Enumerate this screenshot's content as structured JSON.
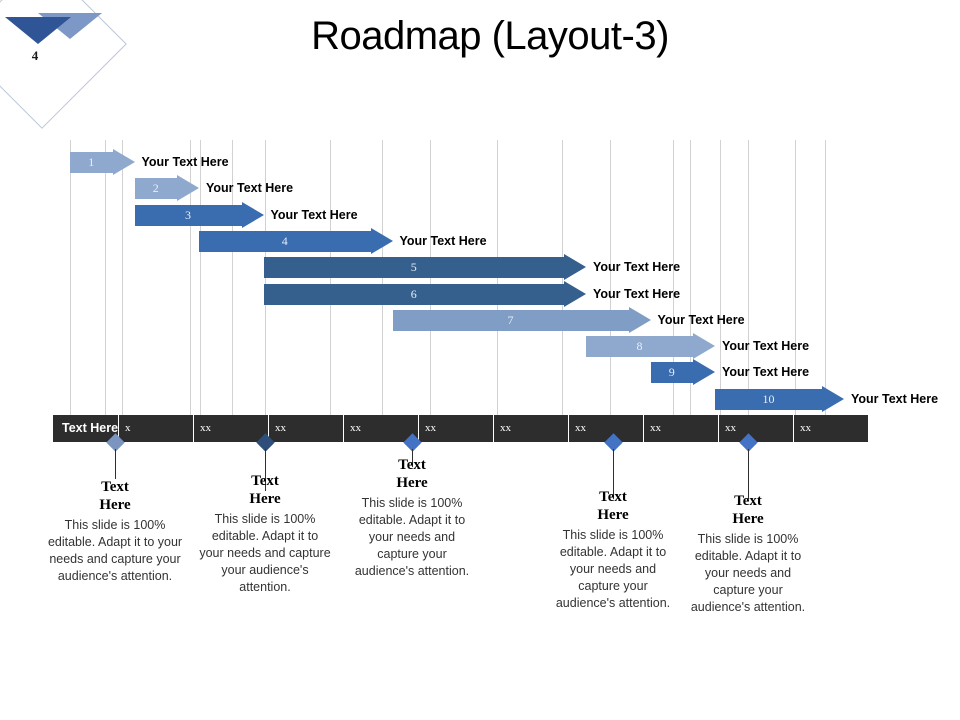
{
  "slide": {
    "title": "Roadmap (Layout-3)",
    "badge_number": "4"
  },
  "colors": {
    "light_blue": "#8fa9ce",
    "mid_light_blue": "#7f9dc5",
    "medium_blue": "#3a6cb0",
    "dark_navy": "#355f8d",
    "bar_dark": "#2d2d2d",
    "diamond_light": "#7b95c0",
    "diamond_dark": "#2f4f7a",
    "diamond_blue": "#4472c4",
    "gridline": "#d2d2d2"
  },
  "chart_data": {
    "type": "bar",
    "title": "Roadmap (Layout-3)",
    "xlabel": "",
    "ylabel": "",
    "grid": true,
    "legend": "none",
    "categories": [
      "1",
      "2",
      "3",
      "4",
      "5",
      "6",
      "7",
      "8",
      "9",
      "10"
    ],
    "bars": [
      {
        "number": "1",
        "label": "Your Text Here",
        "start": 0,
        "end": 1,
        "color": "#8fa9ce"
      },
      {
        "number": "2",
        "label": "Your Text Here",
        "start": 1,
        "end": 2,
        "color": "#8fa9ce"
      },
      {
        "number": "3",
        "label": "Your Text Here",
        "start": 1,
        "end": 3,
        "color": "#3a6cb0"
      },
      {
        "number": "4",
        "label": "Your Text Here",
        "start": 2,
        "end": 5,
        "color": "#3a6cb0"
      },
      {
        "number": "5",
        "label": "Your Text Here",
        "start": 3,
        "end": 8,
        "color": "#355f8d"
      },
      {
        "number": "6",
        "label": "Your Text Here",
        "start": 3,
        "end": 8,
        "color": "#355f8d"
      },
      {
        "number": "7",
        "label": "Your Text Here",
        "start": 5,
        "end": 9,
        "color": "#7f9dc5"
      },
      {
        "number": "8",
        "label": "Your Text Here",
        "start": 8,
        "end": 10,
        "color": "#8fa9ce"
      },
      {
        "number": "9",
        "label": "Your Text Here",
        "start": 9,
        "end": 10,
        "color": "#3a6cb0"
      },
      {
        "number": "10",
        "label": "Your Text Here",
        "start": 10,
        "end": 12,
        "color": "#3a6cb0"
      }
    ]
  },
  "timeline": {
    "row_title": "Text Here",
    "cells": [
      "x",
      "xx",
      "xx",
      "xx",
      "xx",
      "xx",
      "xx",
      "xx",
      "xx",
      "xx"
    ]
  },
  "milestones": [
    {
      "heading_line1": "Text",
      "heading_line2": "Here",
      "body": "This slide is 100% editable. Adapt it to your needs and capture your audience's attention."
    },
    {
      "heading_line1": "Text",
      "heading_line2": "Here",
      "body": "This slide is 100% editable. Adapt it to your needs and capture your audience's attention."
    },
    {
      "heading_line1": "Text",
      "heading_line2": "Here",
      "body": "This slide is 100% editable. Adapt it to your needs and capture your audience's attention."
    },
    {
      "heading_line1": "Text",
      "heading_line2": "Here",
      "body": "This slide is 100% editable. Adapt it to your needs and capture your audience's attention."
    },
    {
      "heading_line1": "Text",
      "heading_line2": "Here",
      "body": "This slide is 100% editable. Adapt it to your needs and capture your audience's attention."
    }
  ]
}
